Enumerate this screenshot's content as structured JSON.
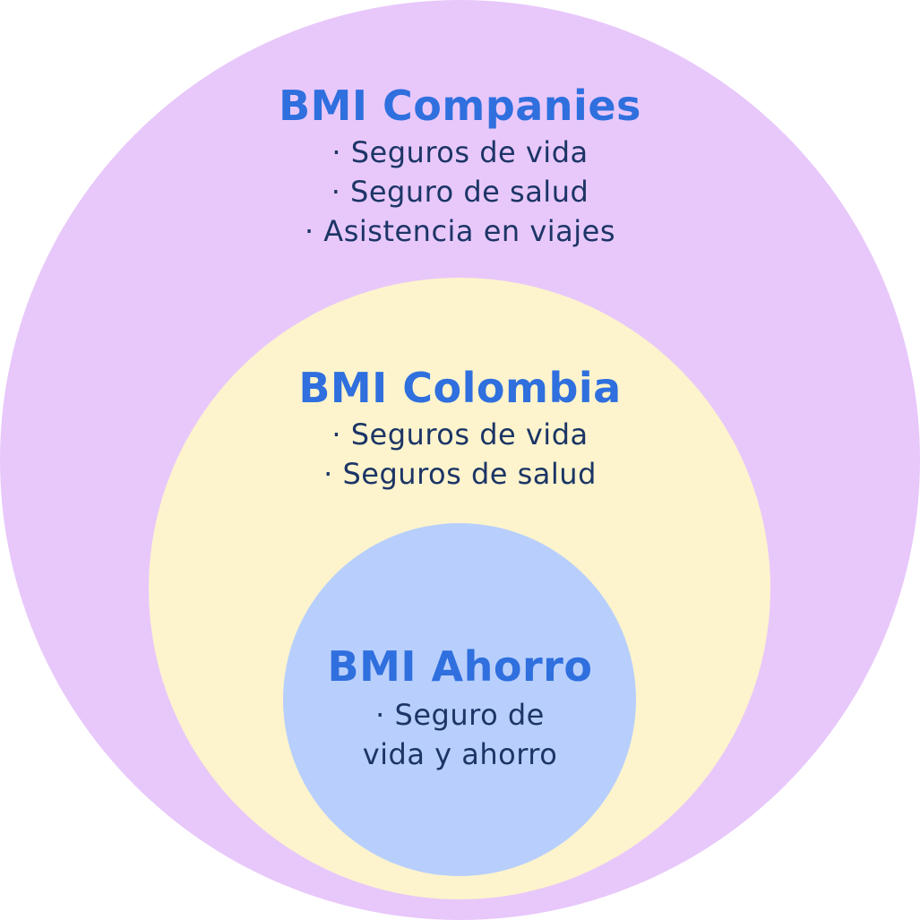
{
  "colors": {
    "outer_fill": "#e8c8fa",
    "middle_fill": "#fdf4cd",
    "inner_fill": "#b8cffd",
    "title_text": "#2f6fde",
    "item_text": "#1c3566"
  },
  "outer": {
    "title": "BMI Companies",
    "items": [
      "· Seguros de vida",
      "· Seguro de salud",
      "· Asistencia en viajes"
    ]
  },
  "middle": {
    "title": "BMI Colombia",
    "items": [
      "· Seguros de vida",
      "· Seguros de salud"
    ]
  },
  "inner": {
    "title": "BMI Ahorro",
    "items": [
      "· Seguro de",
      "vida y ahorro"
    ]
  }
}
